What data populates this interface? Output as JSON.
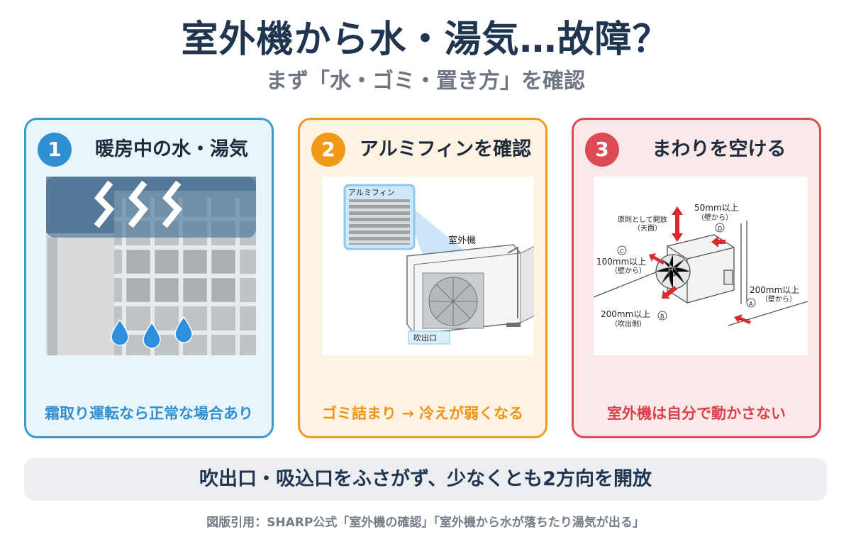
{
  "header": {
    "title": "室外機から水・湯気…故障？",
    "subtitle": "まず「水・ゴミ・置き方」を確認"
  },
  "cards": [
    {
      "number": "1",
      "title": "暖房中の水・湯気",
      "footer": "霜取り運転なら正常な場合あり",
      "accent": "#3a9ad3"
    },
    {
      "number": "2",
      "title": "アルミフィンを確認",
      "footer": "ゴミ詰まり → 冷えが弱くなる",
      "accent": "#ef9a24",
      "labels": {
        "fin": "アルミフィン",
        "unit": "室外機",
        "outlet": "吹出口"
      }
    },
    {
      "number": "3",
      "title": "まわりを空ける",
      "footer": "室外機は自分で動かさない",
      "accent": "#dd4b52",
      "labels": {
        "top_note_1": "原則として開放",
        "top_note_2": "（天面）",
        "d_value": "50mm以上",
        "d_sub": "（壁から）",
        "d_mark": "D",
        "c_mark": "C",
        "c_value": "100mm以上",
        "c_sub": "（壁から）",
        "a_value": "200mm以上",
        "a_sub": "（壁から）",
        "a_mark": "A",
        "b_value": "200mm以上",
        "b_mark": "B",
        "b_sub": "（吹出側）"
      }
    }
  ],
  "banner": "吹出口・吸込口をふさがず、少なくとも2方向を開放",
  "credit": "図版引用：SHARP公式「室外機の確認」「室外機から水が落ちたり湯気が出る」",
  "icons": [
    "steam-icon",
    "water-drop-icon",
    "arrow-icon"
  ]
}
